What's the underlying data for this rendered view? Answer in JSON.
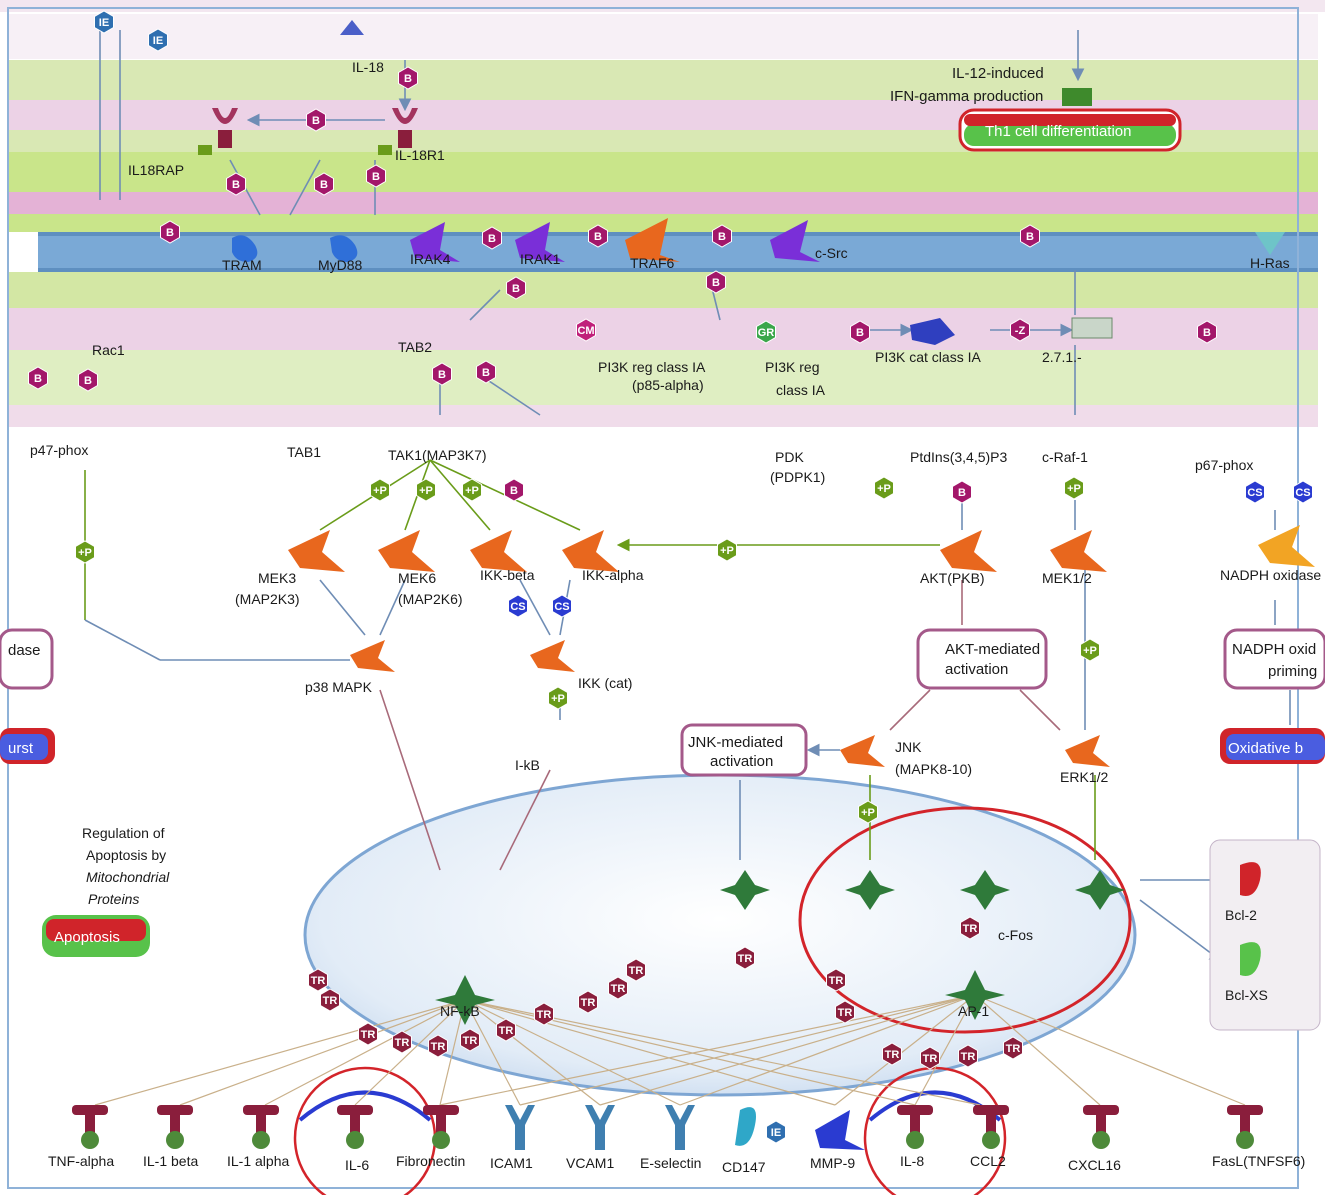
{
  "colors": {
    "membrane": "#7aa9d6",
    "band_green": "#c9e58a",
    "band_pink": "#e4b2d6",
    "kinase": "#e8671e",
    "receptor": "#8a1e3c",
    "badge_b": "#a3176a",
    "badge_p": "#6a9c1a",
    "badge_tr": "#8a1e3c",
    "red_pill": "#d0242a",
    "green_pill": "#58c24a",
    "nucleus": "#dfe9f5"
  },
  "proteins": {
    "il18": "IL-18",
    "il18rap": "IL18RAP",
    "il18r1": "IL-18R1",
    "tram": "TRAM",
    "myd88": "MyD88",
    "irak4": "IRAK4",
    "irak1": "IRAK1",
    "traf6": "TRAF6",
    "csrc": "c-Src",
    "hras": "H-Ras",
    "rac1": "Rac1",
    "tab2": "TAB2",
    "pi3k_reg": "PI3K reg class IA",
    "pi3k_reg2": "(p85-alpha)",
    "pi3k_reg_b": "PI3K reg",
    "pi3k_reg_b2": "class IA",
    "pi3k_cat": "PI3K cat class IA",
    "ec": "2.7.1.-",
    "p47": "p47-phox",
    "tab1": "TAB1",
    "tak1": "TAK1(MAP3K7)",
    "pdk": "PDK",
    "pdk2": "(PDPK1)",
    "ptdins": "PtdIns(3,4,5)P3",
    "craf": "c-Raf-1",
    "p67": "p67-phox",
    "mek3": "MEK3",
    "mek3b": "(MAP2K3)",
    "mek6": "MEK6",
    "mek6b": "(MAP2K6)",
    "ikkb": "IKK-beta",
    "ikka": "IKK-alpha",
    "akt": "AKT(PKB)",
    "mek12": "MEK1/2",
    "nadph_ox": "NADPH oxidase",
    "p38": "p38 MAPK",
    "ikkcat": "IKK (cat)",
    "ikb": "I-kB",
    "jnk": "JNK",
    "jnk2": "(MAPK8-10)",
    "erk": "ERK1/2",
    "nfkb": "NF-kB",
    "ap1": "AP-1",
    "cfos": "c-Fos",
    "bcl2": "Bcl-2",
    "bclxs": "Bcl-XS",
    "tnfa": "TNF-alpha",
    "il1b": "IL-1 beta",
    "il1a": "IL-1 alpha",
    "il6": "IL-6",
    "fibronectin": "Fibronectin",
    "icam1": "ICAM1",
    "vcam1": "VCAM1",
    "eselectin": "E-selectin",
    "cd147": "CD147",
    "mmp9": "MMP-9",
    "il8": "IL-8",
    "ccl2": "CCL2",
    "cxcl16": "CXCL16",
    "fasl": "FasL(TNFSF6)"
  },
  "boxes": {
    "il12_1": "IL-12-induced",
    "il12_2": "IFN-gamma production",
    "th1": "Th1 cell differentiation",
    "akt_act_1": "AKT-mediated",
    "akt_act_2": "activation",
    "jnk_act_1": "JNK-mediated",
    "jnk_act_2": "activation",
    "nadph_prime_1": "NADPH oxid",
    "nadph_prime_2": "priming",
    "oxid_burst": "Oxidative b",
    "burst_left": "urst",
    "dase_left": "dase",
    "apoptosis": "Apoptosis",
    "reg_apop_1": "Regulation of",
    "reg_apop_2": "Apoptosis by",
    "reg_apop_3": "Mitochondrial",
    "reg_apop_4": "Proteins"
  },
  "badges": {
    "b": "B",
    "p": "+P",
    "tr": "TR",
    "cs": "CS",
    "gr": "GR",
    "ie": "IE",
    "cm": "CM",
    "z": "-Z"
  }
}
